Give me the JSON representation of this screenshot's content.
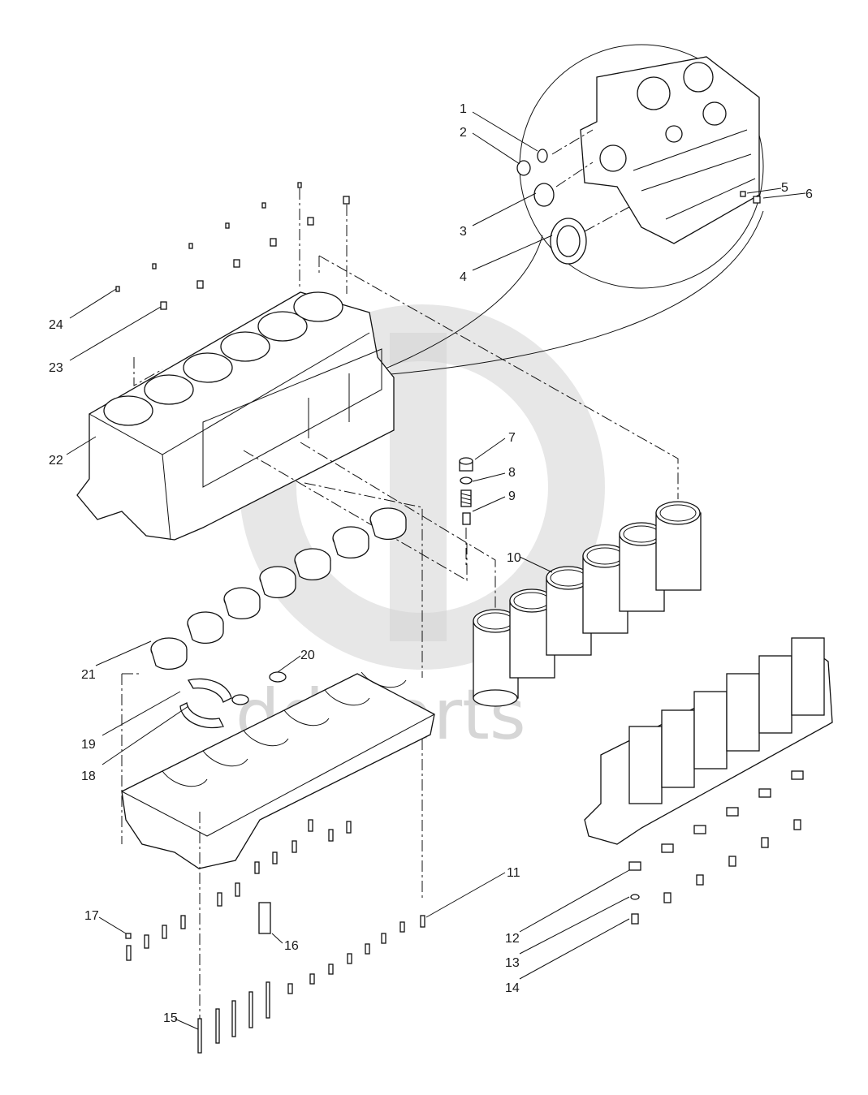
{
  "diagram": {
    "watermark": {
      "text": "dd parts",
      "color": "#c9c9c9"
    },
    "callouts": [
      {
        "id": "c1",
        "label": "1"
      },
      {
        "id": "c2",
        "label": "2"
      },
      {
        "id": "c3",
        "label": "3"
      },
      {
        "id": "c4",
        "label": "4"
      },
      {
        "id": "c5",
        "label": "5"
      },
      {
        "id": "c6",
        "label": "6"
      },
      {
        "id": "c7",
        "label": "7"
      },
      {
        "id": "c8",
        "label": "8"
      },
      {
        "id": "c9",
        "label": "9"
      },
      {
        "id": "c10",
        "label": "10"
      },
      {
        "id": "c11",
        "label": "11"
      },
      {
        "id": "c12",
        "label": "12"
      },
      {
        "id": "c13",
        "label": "13"
      },
      {
        "id": "c14",
        "label": "14"
      },
      {
        "id": "c15",
        "label": "15"
      },
      {
        "id": "c16",
        "label": "16"
      },
      {
        "id": "c17",
        "label": "17"
      },
      {
        "id": "c18",
        "label": "18"
      },
      {
        "id": "c19",
        "label": "19"
      },
      {
        "id": "c20",
        "label": "20"
      },
      {
        "id": "c21",
        "label": "21"
      },
      {
        "id": "c22",
        "label": "22"
      },
      {
        "id": "c23",
        "label": "23"
      },
      {
        "id": "c24",
        "label": "24"
      }
    ]
  }
}
